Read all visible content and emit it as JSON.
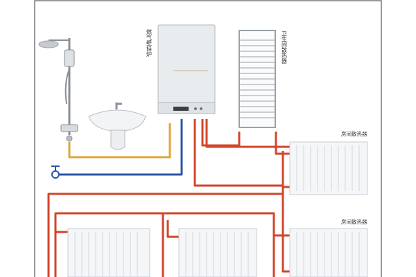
{
  "labels": {
    "boiler": "燃气壁挂炉",
    "towel_radiator": "卫生间散热器",
    "room_radiator_top": "房间散热器",
    "room_radiator_mid": "房间散热器"
  },
  "colors": {
    "hot_pipe": "#d2452a",
    "cold_pipe": "#2b55a6",
    "hot_water_pipe": "#e0a53c",
    "radiator_fill": "#f4f6f8",
    "radiator_line": "#c9ced4",
    "boiler_body": "#e9ecef",
    "frame_border": "#333333"
  },
  "icons": {
    "shower": "shower-icon",
    "sink": "washbasin-icon",
    "boiler": "gas-boiler-icon",
    "towel_radiator": "towel-radiator-icon",
    "radiator": "radiator-icon",
    "valve": "water-inlet-valve-icon"
  }
}
